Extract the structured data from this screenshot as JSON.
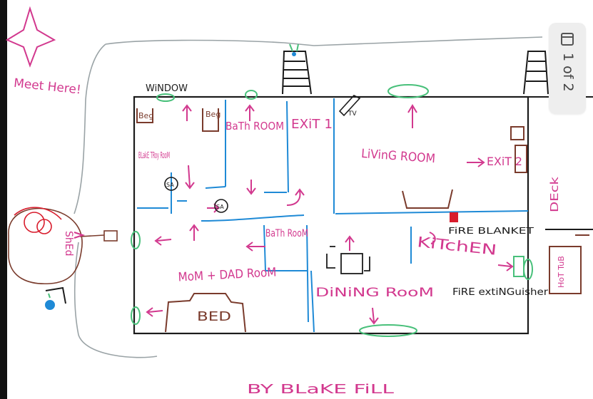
{
  "colors": {
    "pink": "#d2388e",
    "blue": "#1f8ad6",
    "green": "#48c07a",
    "brown": "#7a3b2c",
    "black": "#1b1b1b",
    "gray": "#9aa3a6",
    "red": "#d81c2c",
    "pill_bg": "#eeeeee"
  },
  "viewer": {
    "page_indicator": "1 of 2",
    "page_icon": "document-page-icon"
  },
  "drawing": {
    "meeting_point": "Meet Here!",
    "window_label": "WiNDOW",
    "rooms": {
      "bed_left": "Beg",
      "bed_right": "Beg",
      "bathroom_top": "BaTh ROOM",
      "exit_1": "EXiT 1",
      "tv": "TV",
      "living_room": "LiVinG ROOM",
      "exit_2": "EXiT 2",
      "blakes_room": "BLakE TRoy RooM",
      "smoke_alarm_1": "SA",
      "smoke_alarm_2": "SA",
      "bathroom_middle": "BaTh RooM",
      "kitchen": "KiTchEN",
      "fire_blanket": "FiRE BLANKET",
      "mom_dad_room": "MoM + DAD RooM",
      "bed_bottom": "BED",
      "dining_room": "DiNiNG RooM",
      "fire_extinguisher": "FiRE extiNGuisher",
      "deck": "DEck",
      "shed": "ShEd",
      "hot_tub": "HoT TuB"
    },
    "signature": "BY BLaKE FiLL"
  }
}
